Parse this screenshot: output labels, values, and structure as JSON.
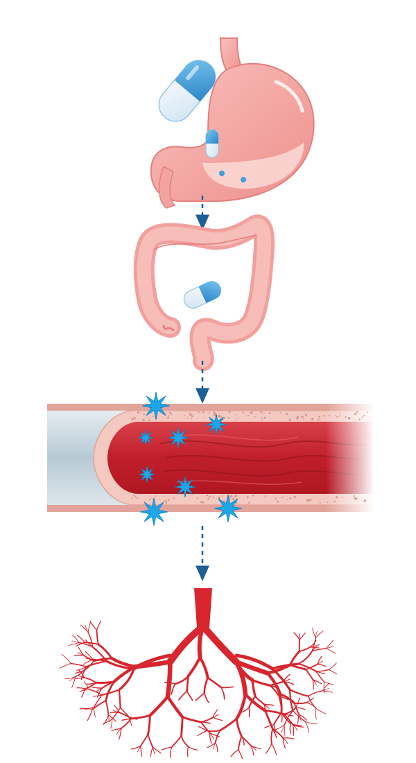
{
  "colors": {
    "background": "#ffffff",
    "organ_fill": "#f4a3a1",
    "organ_light": "#fbd2cf",
    "organ_outline": "#e57f7d",
    "capsule_blue": "#3e9fdc",
    "capsule_white": "#e9f4fb",
    "arrow_blue": "#1f5f94",
    "vessel_red": "#c8232d",
    "vessel_dark": "#9e1620",
    "vessel_wall": "#f3c9c0",
    "vessel_grey": "#c9d8e0",
    "spark_blue": "#1ea7e8",
    "capillary_red": "#d8252e"
  },
  "diagram": {
    "stages": [
      {
        "name": "stomach-with-capsule"
      },
      {
        "name": "intestine-with-capsule"
      },
      {
        "name": "blood-vessel-absorption"
      },
      {
        "name": "capillary-network"
      }
    ],
    "connectors": 3
  }
}
